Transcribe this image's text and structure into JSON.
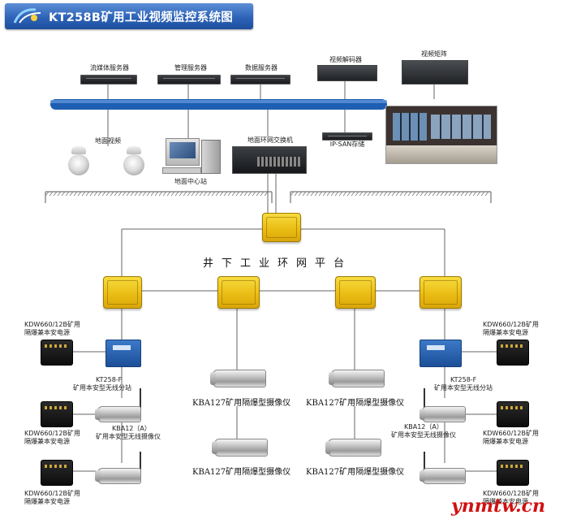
{
  "header": {
    "title": "KT258B矿用工业视频监控系统图"
  },
  "top_devices": {
    "streaming_server": "流媒体服务器",
    "management_server": "管理服务器",
    "data_server": "数据服务器",
    "video_decoder": "视频解码器",
    "video_matrix": "视频矩阵",
    "ground_video": "地面视频",
    "ground_center": "地面中心站",
    "ground_switch": "地面环网交换机",
    "ip_san": "IP-SAN存储"
  },
  "platform_label": "井下工业环网平台",
  "left_branch": {
    "psu_1": [
      "KDW660/12B矿用",
      "隔爆兼本安电源"
    ],
    "psu_2": [
      "KDW660/12B矿用",
      "隔爆兼本安电源"
    ],
    "psu_3": [
      "KDW660/12B矿用",
      "隔爆兼本安电源"
    ],
    "wireless_station": [
      "KT258-F",
      "矿用本安型无线分站"
    ],
    "wireless_camera": [
      "KBA12（A）",
      "矿用本安型无线摄像仪"
    ]
  },
  "right_branch": {
    "psu_1": [
      "KDW660/12B矿用",
      "隔爆兼本安电源"
    ],
    "psu_2": [
      "KDW660/12B矿用",
      "隔爆兼本安电源"
    ],
    "psu_3": [
      "KDW660/12B矿用",
      "隔爆兼本安电源"
    ],
    "wireless_station": [
      "KT258-F",
      "矿用本安型无线分站"
    ],
    "wireless_camera": [
      "KBA12（A）",
      "矿用本安型无线摄像仪"
    ]
  },
  "cameras": {
    "cam_1": "KBA127矿用隔爆型摄像仪",
    "cam_2": "KBA127矿用隔爆型摄像仪",
    "cam_3": "KBA127矿用隔爆型摄像仪",
    "cam_4": "KBA127矿用隔爆型摄像仪"
  },
  "watermark": "ynmtw.cn",
  "colors": {
    "header_blue": "#2d63b8",
    "backbone_blue": "#1e5fb3",
    "junction_yellow": "#e9bb12",
    "watermark_red": "#d10f0f"
  },
  "icons": [
    "logo-icon",
    "server-icon",
    "decoder-icon",
    "matrix-icon",
    "dome-camera-icon",
    "workstation-icon",
    "switch-icon",
    "storage-icon",
    "video-wall-icon",
    "junction-box-icon",
    "power-supply-icon",
    "wireless-station-icon",
    "explosion-proof-camera-icon",
    "antenna-icon"
  ]
}
